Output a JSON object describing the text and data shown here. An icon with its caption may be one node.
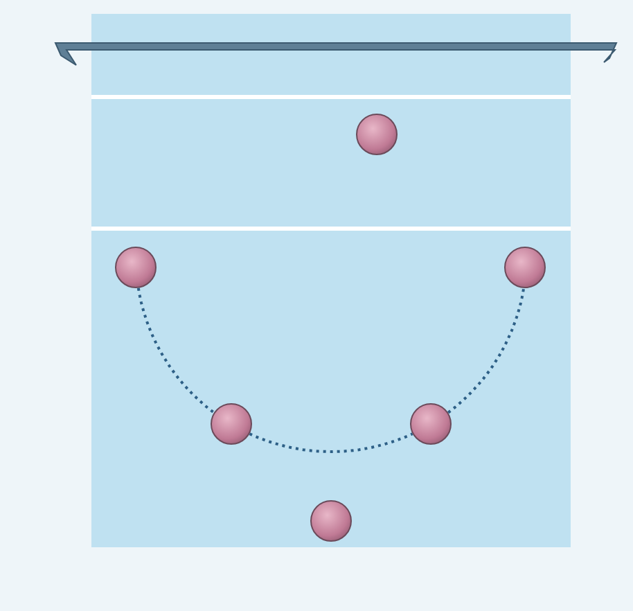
{
  "diagram": {
    "nodes": [
      {
        "text": [],
        "shape": "circle"
      },
      {
        "text": [],
        "shape": "circle"
      },
      {
        "text": [],
        "shape": "circle"
      },
      {
        "text": [],
        "shape": "circle"
      },
      {
        "text": [],
        "shape": "circle"
      },
      {
        "text": [],
        "shape": "circle"
      }
    ],
    "edges": [
      {
        "from": 1,
        "to": 3,
        "arrow": "none",
        "style": "dashed"
      },
      {
        "from": 3,
        "to": 4,
        "arrow": "none",
        "style": "dashed"
      },
      {
        "from": 4,
        "to": 2,
        "arrow": "none",
        "style": "dashed"
      }
    ]
  }
}
